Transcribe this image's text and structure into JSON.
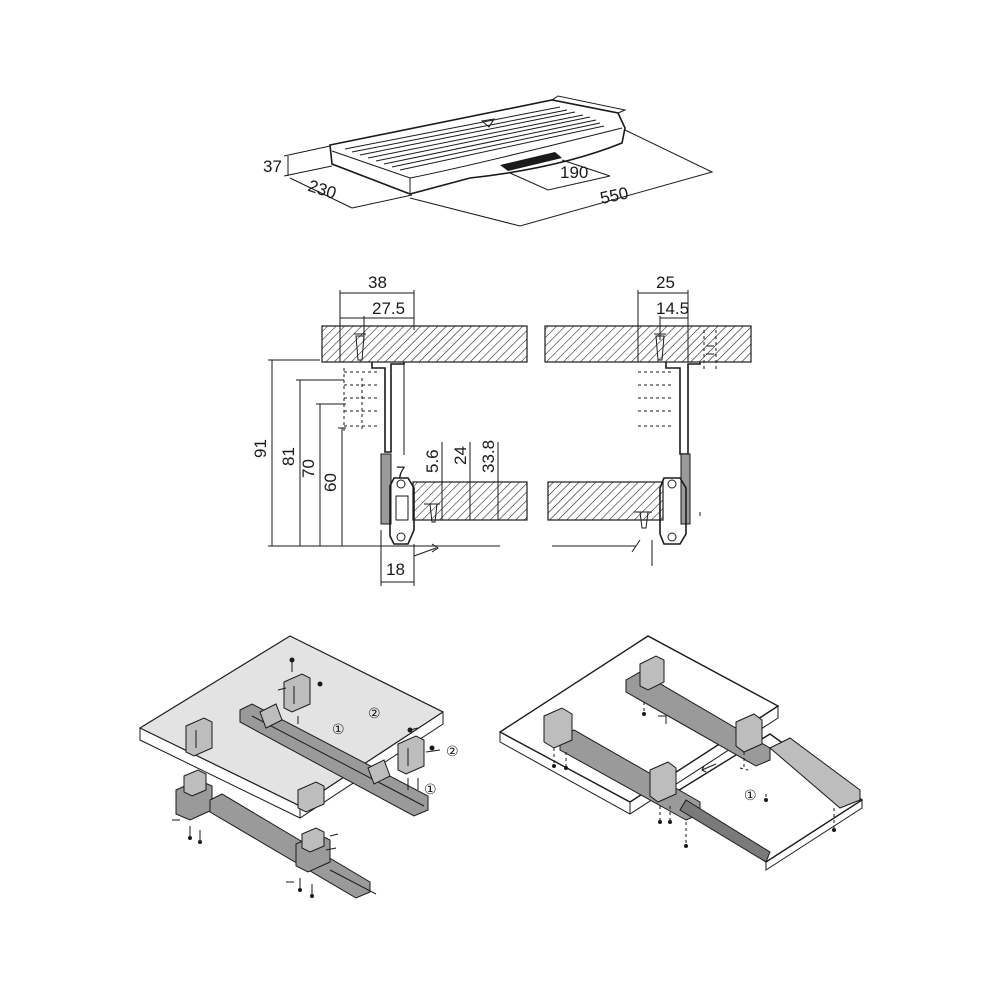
{
  "top_view": {
    "dims": {
      "height": "37",
      "depth": "230",
      "handle": "190",
      "width": "550"
    }
  },
  "section_left": {
    "dims": {
      "top_outer": "38",
      "top_inner": "27.5",
      "h91": "91",
      "h81": "81",
      "h70": "70",
      "h60": "60",
      "d56": "5.6",
      "d24": "24",
      "d338": "33.8",
      "d7": "7",
      "bottom": "18"
    }
  },
  "section_right": {
    "dims": {
      "top_outer": "25",
      "top_inner": "14.5"
    }
  },
  "assembly": {
    "step_labels": {
      "one": "①",
      "two": "②"
    }
  },
  "colors": {
    "line": "#1a1a1a",
    "panel": "#e3e3e3",
    "rail": "#9a9a9a",
    "hatch_bg": "#ffffff"
  }
}
